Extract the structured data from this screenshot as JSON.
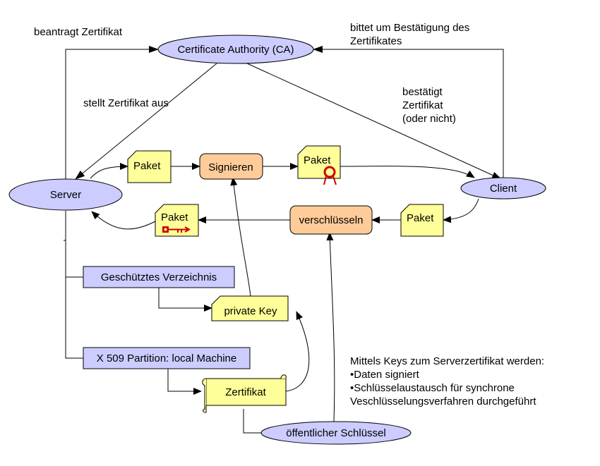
{
  "diagram": {
    "nodes": {
      "ca": "Certificate Authority (CA)",
      "server": "Server",
      "client": "Client",
      "paket_top": "Paket",
      "signieren": "Signieren",
      "paket_signed": "Paket",
      "paket_right": "Paket",
      "verschluesseln": "verschlüsseln",
      "paket_key": "Paket",
      "protected_dir": "Geschütztes Verzeichnis",
      "private_key": "private Key",
      "x509": "X 509 Partition: local Machine",
      "zertifikat": "Zertifikat",
      "public_key": "öffentlicher Schlüssel"
    },
    "edge_labels": {
      "requests": "beantragt Zertifikat",
      "asks_line1": "bittet um Bestätigung des",
      "asks_line2": "Zertifikates",
      "issues": "stellt Zertifikat aus",
      "confirms_line1": "bestätigt",
      "confirms_line2": "Zertifikat",
      "confirms_line3": "(oder nicht)"
    },
    "note": {
      "line1": "Mittels Keys zum Serverzertifikat werden:",
      "line2": "•Daten signiert",
      "line3": "•Schlüsselaustausch für synchrone",
      "line4": "Veschlüsselungsverfahren durchgeführt"
    },
    "colors": {
      "ellipse_fill": "#ccccff",
      "note_fill": "#ffff99",
      "process_fill": "#ffcc99",
      "box_fill": "#ccccff",
      "stamp_red": "#cc0000"
    }
  }
}
